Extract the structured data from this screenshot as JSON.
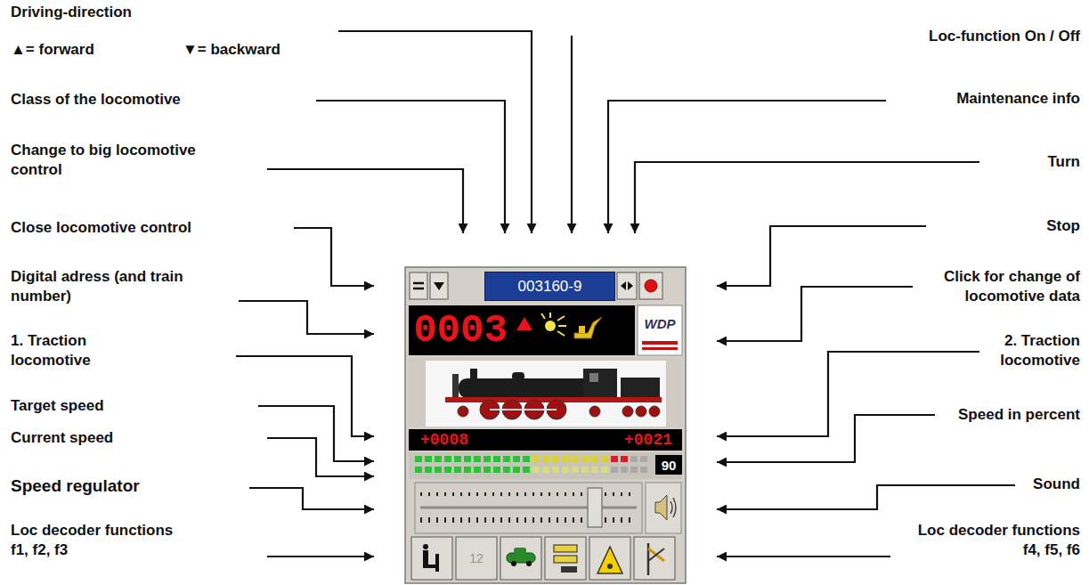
{
  "diagram": {
    "nodes": [
      {
        "text": [
          "003160-9"
        ]
      },
      {
        "text": [
          "0003"
        ]
      },
      {
        "text": [
          "WDP"
        ]
      },
      {
        "text": [
          "+0008"
        ]
      },
      {
        "text": [
          "+0021"
        ]
      },
      {
        "text": [
          "90"
        ]
      },
      {
        "text": [
          "12"
        ]
      }
    ],
    "labels": [
      "Driving-direction",
      "▲= forward",
      "▼= backward",
      "Loc-function On / Off",
      "Class of the locomotive",
      "Maintenance info",
      "Change to big locomotive control",
      "Turn",
      "Close locomotive control",
      "Stop",
      "Digital adress (and train number)",
      "Click for change of locomotive data",
      "1. Traction locomotive",
      "2. Traction locomotive",
      "Target speed",
      "Speed in percent",
      "Current speed",
      "Speed regulator",
      "Sound",
      "Loc decoder functions f1, f2, f3",
      "Loc decoder functions f4, f5, f6"
    ]
  }
}
